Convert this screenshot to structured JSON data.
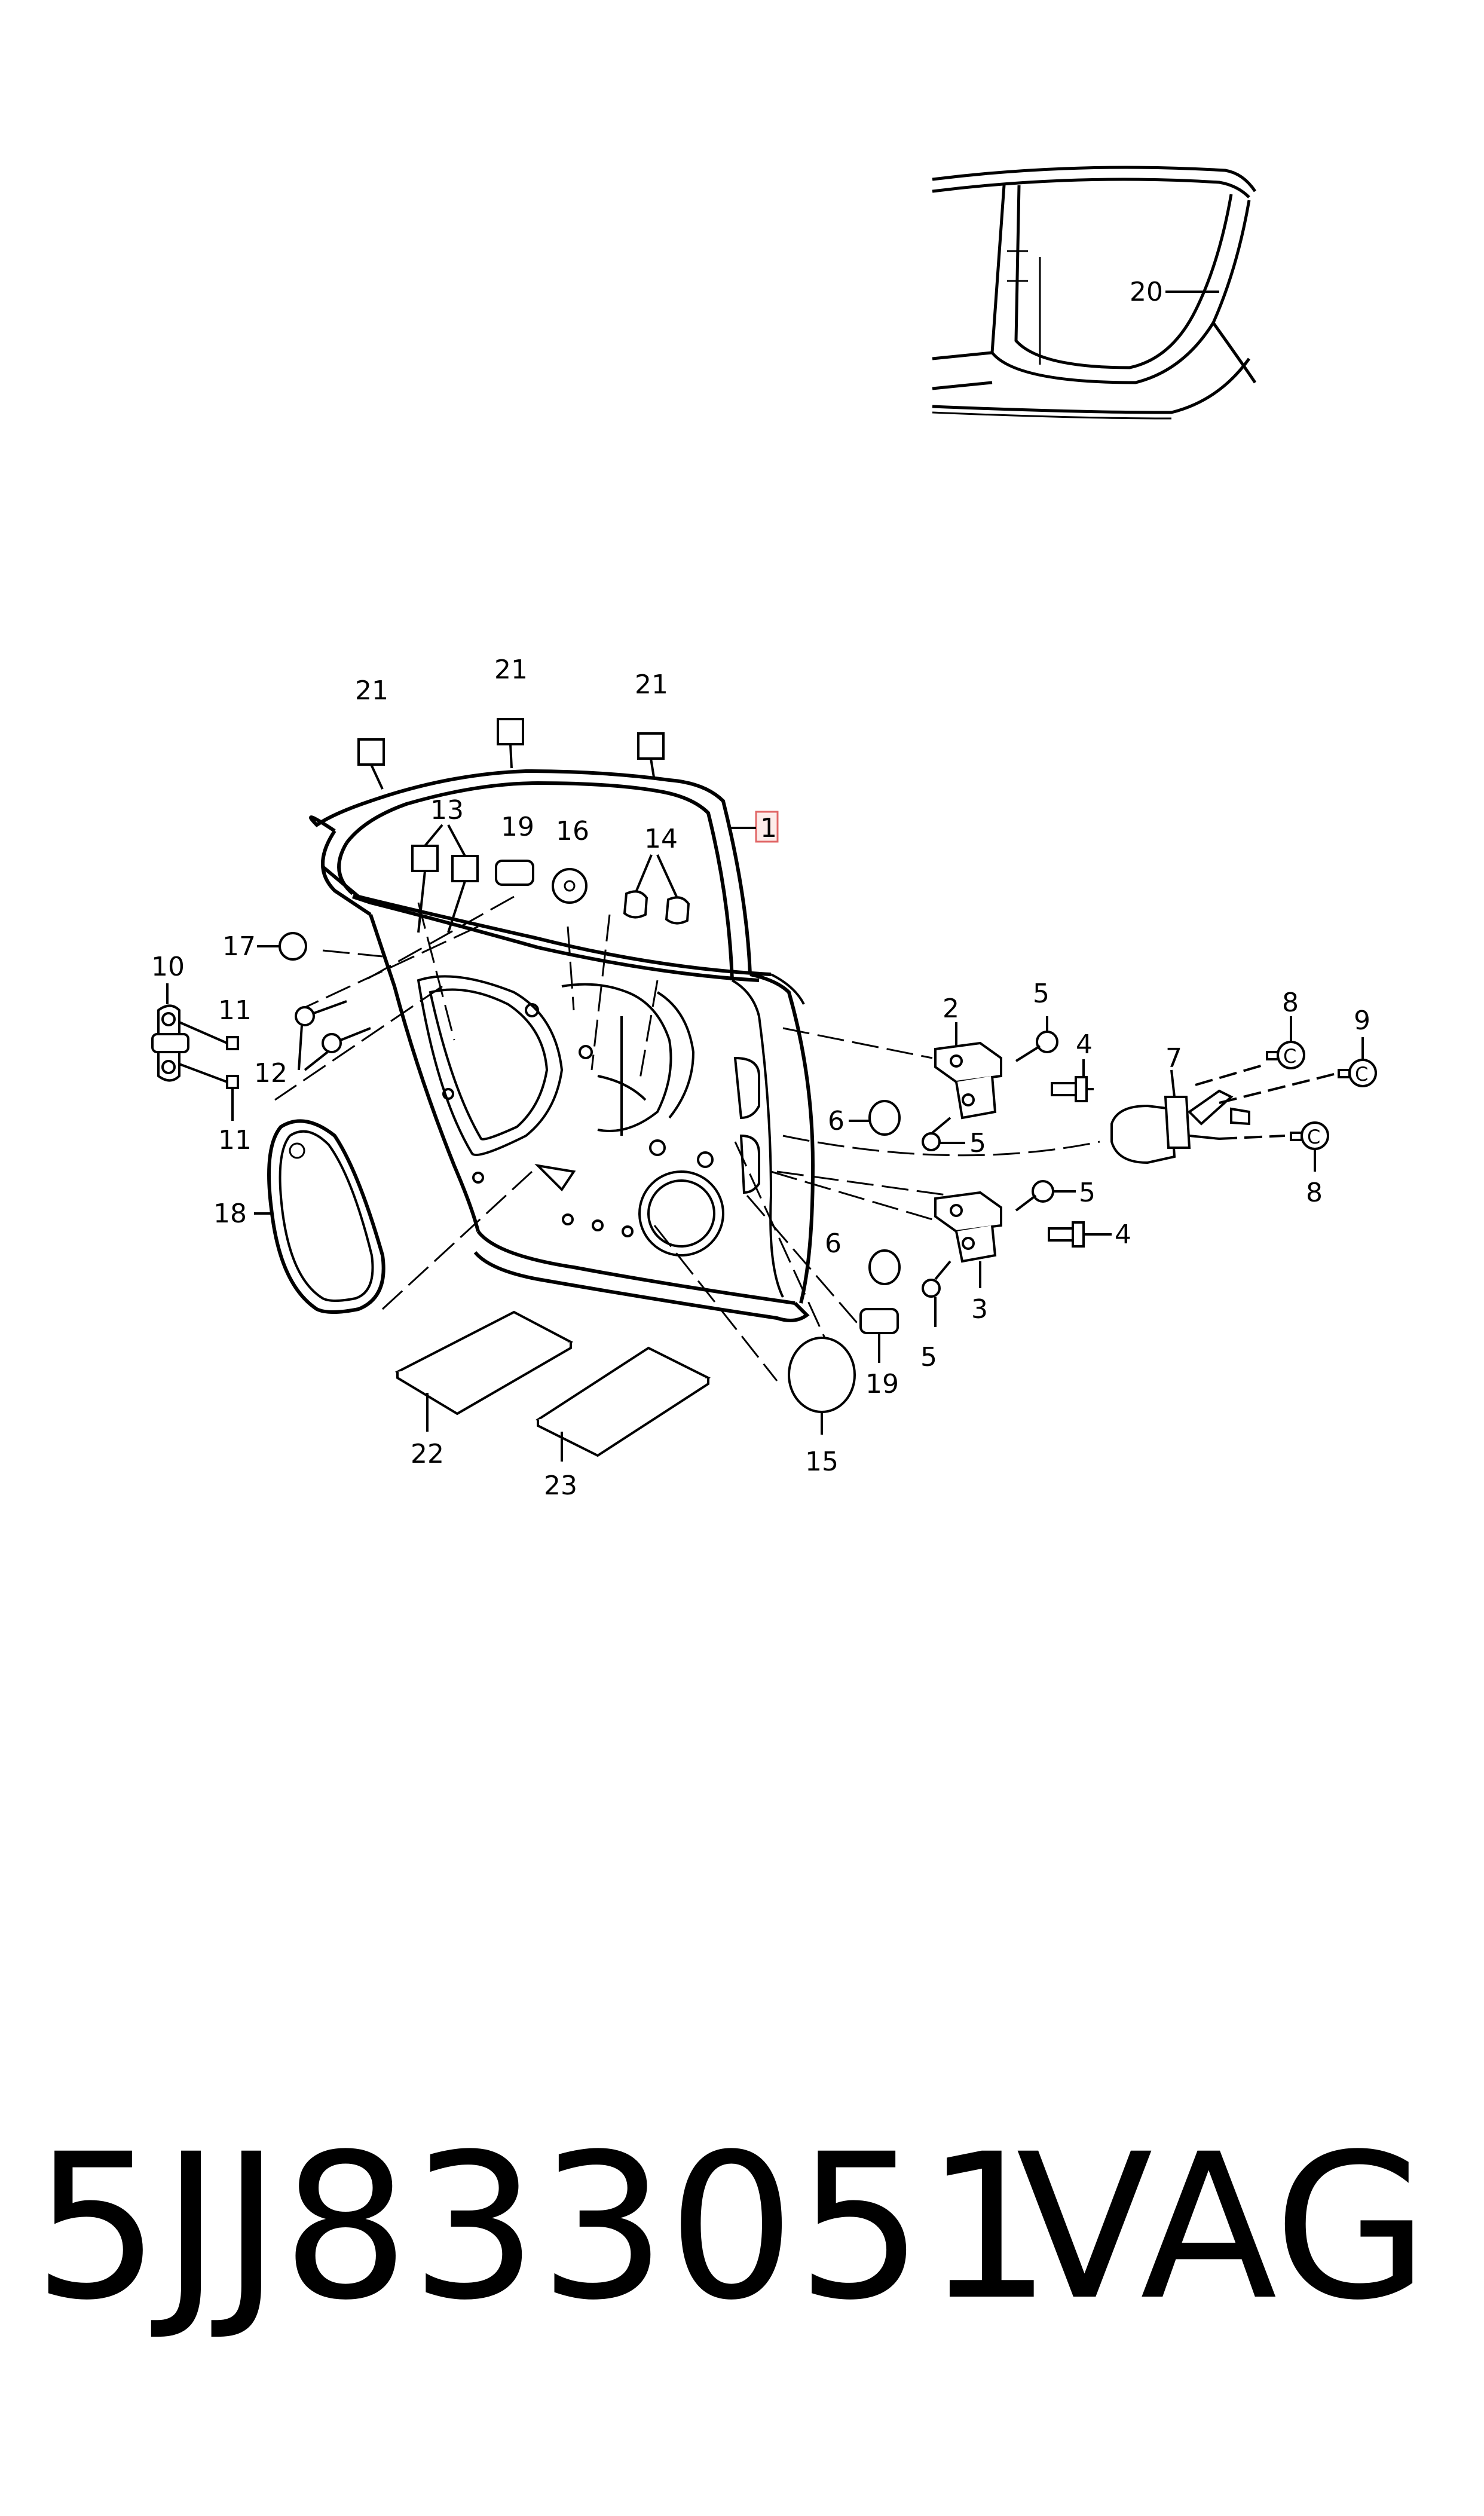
{
  "diagram": {
    "callouts": [
      "1",
      "2",
      "3",
      "4",
      "5",
      "6",
      "7",
      "8",
      "9",
      "10",
      "11",
      "12",
      "13",
      "14",
      "15",
      "16",
      "17",
      "18",
      "19",
      "20",
      "21",
      "22",
      "23"
    ]
  },
  "footer": {
    "part_number": "5JJ833051",
    "brand": "VAG"
  },
  "colors": {
    "line": "#000000",
    "highlight_box": "#e06666",
    "background": "#ffffff"
  }
}
